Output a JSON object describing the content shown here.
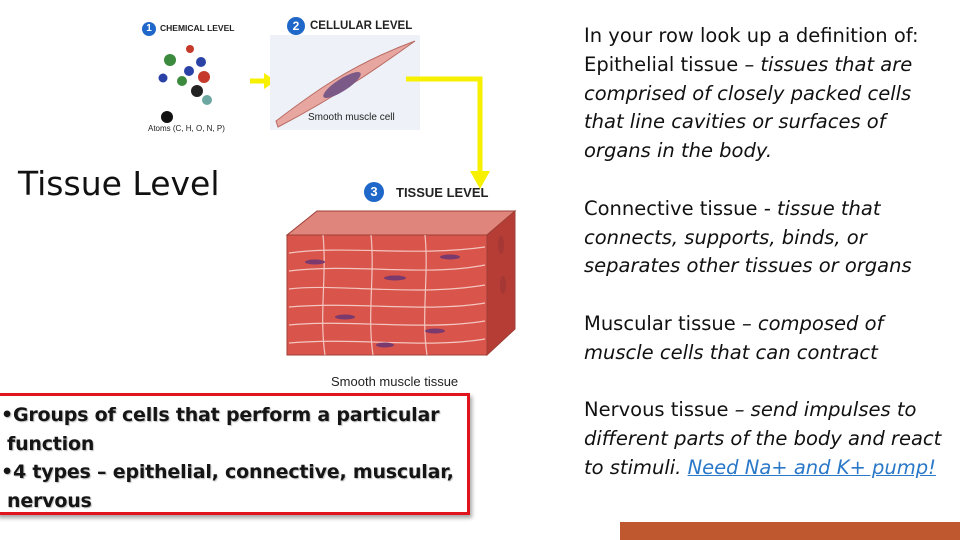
{
  "figure": {
    "step1": {
      "number": "1",
      "label": "CHEMICAL LEVEL",
      "caption": "Atoms (C, H, O, N, P)"
    },
    "step2": {
      "number": "2",
      "label": "CELLULAR LEVEL",
      "caption": "Smooth muscle cell"
    },
    "step3": {
      "number": "3",
      "label": "TISSUE LEVEL",
      "caption": "Smooth muscle tissue"
    }
  },
  "title": "Tissue Level",
  "groups_box": {
    "line1": "•Groups of cells that perform a particular",
    "line2": "function",
    "line3": "•4 types – epithelial, connective, muscular,",
    "line4": "nervous"
  },
  "definitions": {
    "intro": "In your row look up a definition of:",
    "epithelial_term": "Epithelial tissue",
    "epithelial_def": " – tissues that are comprised of closely packed cells that line cavities or surfaces of organs in the body.",
    "connective_term": "Connective tissue",
    "connective_def": " - tissue that connects, supports, binds, or separates other tissues or organs",
    "muscular_term": "Muscular tissue",
    "muscular_def": " – composed of muscle cells that can contract",
    "nervous_term": "Nervous tissue",
    "nervous_def": " – send impulses to different parts of the body and react to stimuli. ",
    "nervous_link": "Need Na+ and K+ pump!"
  },
  "colors": {
    "badge_blue": "#1f67c8",
    "arrow_yellow": "#f7f000",
    "box_red": "#e0141d",
    "link_blue": "#2a78c8",
    "band_orange": "#c0582f",
    "muscle_red": "#d9544a"
  }
}
